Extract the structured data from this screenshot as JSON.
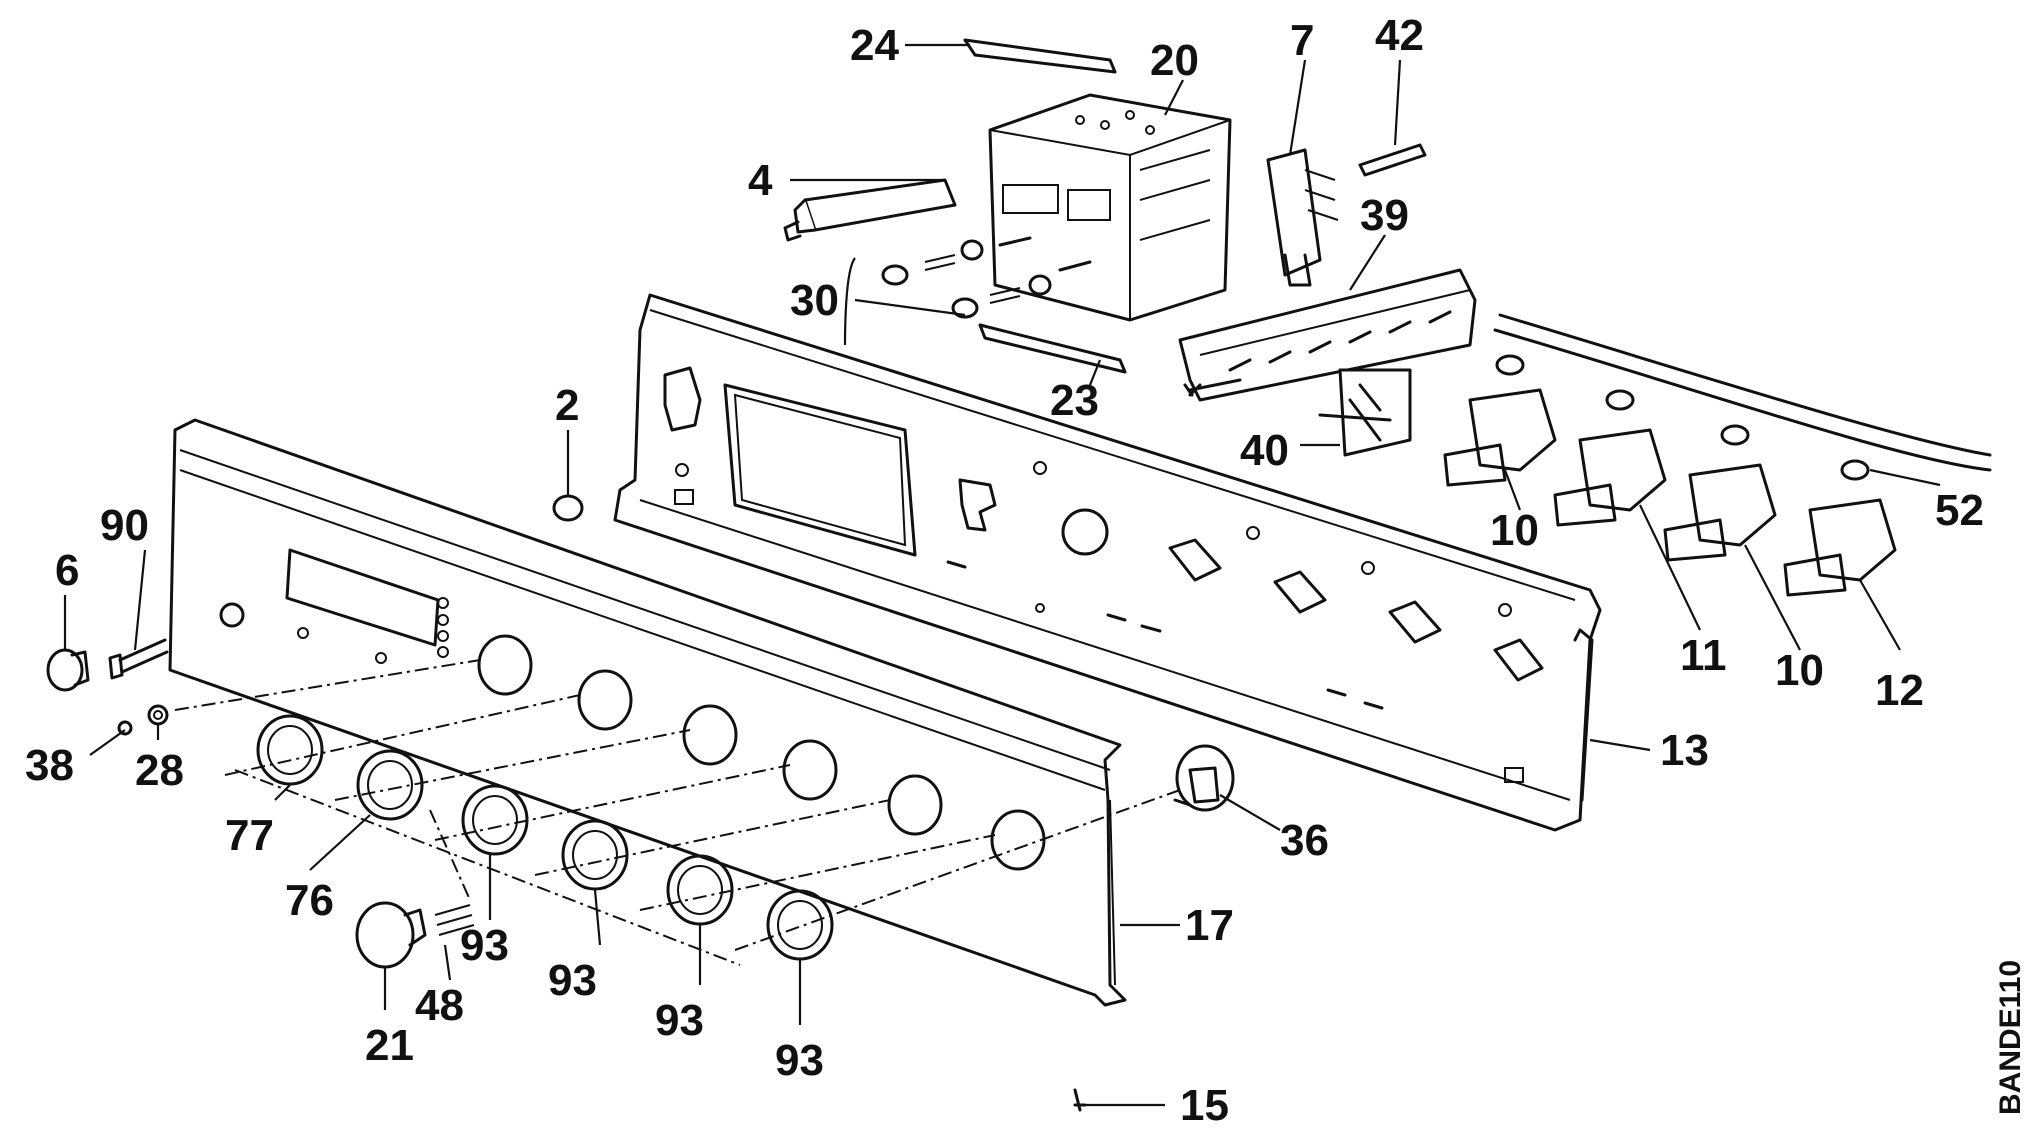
{
  "labels": {
    "l24": "24",
    "l20": "20",
    "l7": "7",
    "l42": "42",
    "l4": "4",
    "l39": "39",
    "l30": "30",
    "l23": "23",
    "l2": "2",
    "l40": "40",
    "l90": "90",
    "l6": "6",
    "l10a": "10",
    "l52": "52",
    "l11": "11",
    "l10b": "10",
    "l12": "12",
    "l13": "13",
    "l38": "38",
    "l28": "28",
    "l36": "36",
    "l77": "77",
    "l76": "76",
    "l93a": "93",
    "l93b": "93",
    "l93c": "93",
    "l93d": "93",
    "l17": "17",
    "l48": "48",
    "l21": "21",
    "l15": "15"
  },
  "code": "BANDE110"
}
